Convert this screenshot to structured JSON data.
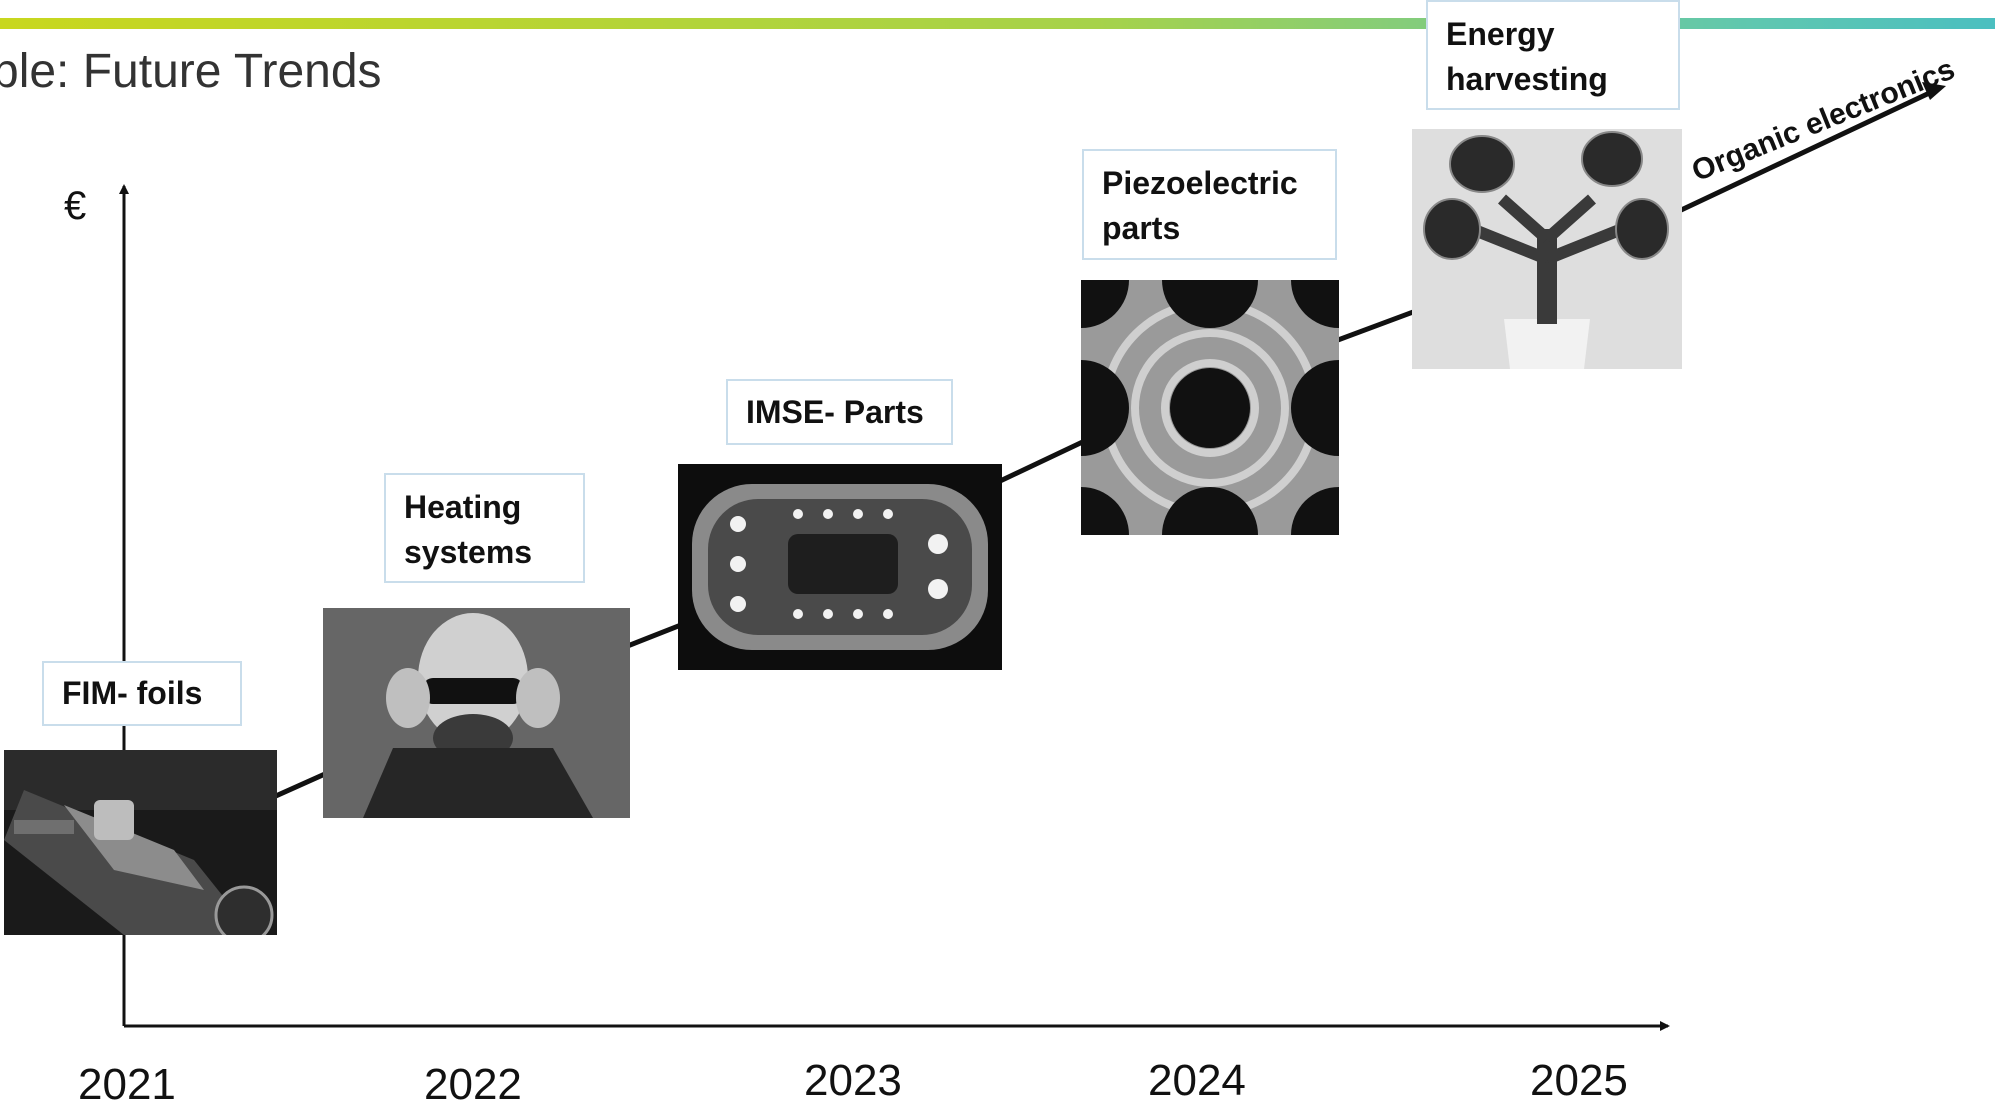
{
  "slide": {
    "title": "ple: Future Trends"
  },
  "axis": {
    "y_label": "€",
    "years": [
      "2021",
      "2022",
      "2023",
      "2024",
      "2025"
    ]
  },
  "curve": {
    "label": "Organic electronics"
  },
  "stages": [
    {
      "label": "FIM- foils",
      "image": "car-center-console-photo"
    },
    {
      "label": "Heating systems",
      "image": "man-heated-glasses-photo"
    },
    {
      "label": "IMSE- Parts",
      "image": "imse-lighting-panel-photo"
    },
    {
      "label": "Piezoelectric parts",
      "image": "piezo-wave-pattern-photo"
    },
    {
      "label": "Energy harvesting",
      "image": "plant-energy-tree-photo"
    }
  ],
  "colors": {
    "accent_bar_start": "#c8d71e",
    "accent_bar_end": "#4bbfc0",
    "label_border": "#c9ddeb",
    "axis": "#111111"
  }
}
